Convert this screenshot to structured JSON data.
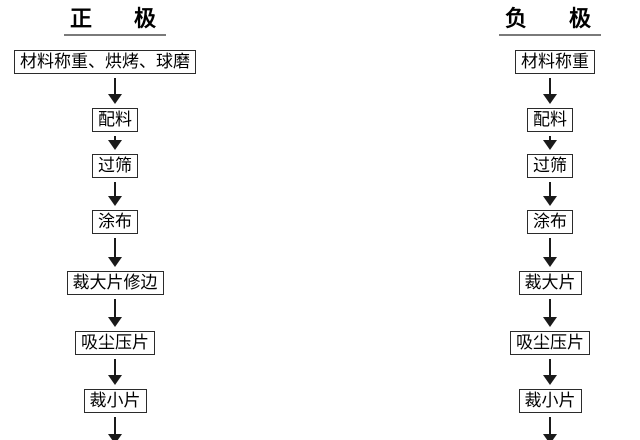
{
  "diagram": {
    "left_column": {
      "title": "正　极",
      "steps": [
        "材料称重、烘烤、球磨",
        "配料",
        "过筛",
        "涂布",
        "裁大片修边",
        "吸尘压片",
        "裁小片"
      ]
    },
    "right_column": {
      "title": "负　极",
      "steps": [
        "材料称重",
        "配料",
        "过筛",
        "涂布",
        "裁大片",
        "吸尘压片",
        "裁小片"
      ]
    }
  },
  "colors": {
    "background": "#ffffff",
    "box_border": "#2b2b2b",
    "text": "#000000",
    "arrow": "#1a1a1a",
    "title_underline": "#7a7a7a"
  }
}
